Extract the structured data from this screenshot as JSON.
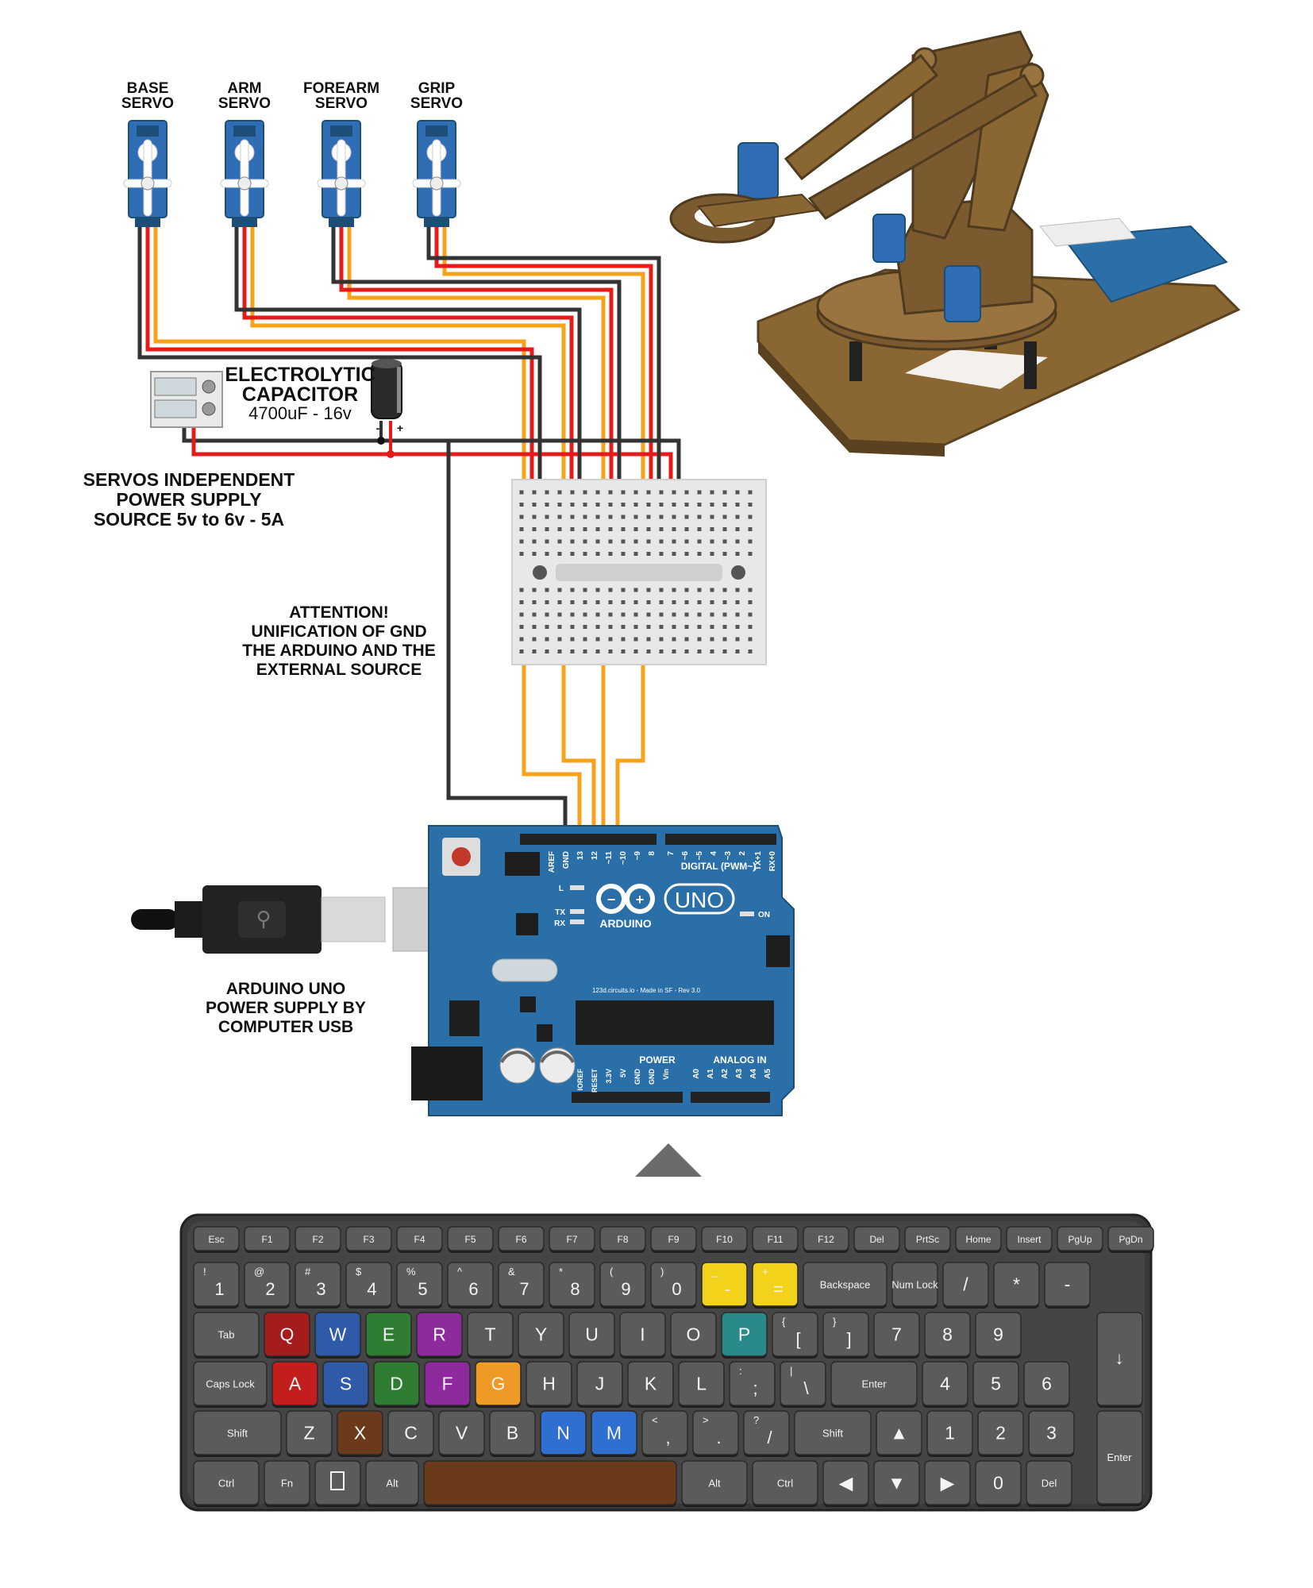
{
  "servos": [
    {
      "line1": "BASE",
      "line2": "SERVO"
    },
    {
      "line1": "ARM",
      "line2": "SERVO"
    },
    {
      "line1": "FOREARM",
      "line2": "SERVO"
    },
    {
      "line1": "GRIP",
      "line2": "SERVO"
    }
  ],
  "capacitor": {
    "line1": "ELECTROLYTIC",
    "line2": "CAPACITOR",
    "line3": "4700uF - 16v",
    "minus": "-",
    "plus": "+"
  },
  "power_supply": {
    "line1": "SERVOS INDEPENDENT",
    "line2": "POWER SUPPLY",
    "line3": "SOURCE 5v to 6v - 5A"
  },
  "attention": {
    "line1": "ATTENTION!",
    "line2": "UNIFICATION OF GND",
    "line3": "THE ARDUINO AND THE",
    "line4": "EXTERNAL SOURCE"
  },
  "usb_note": {
    "line1": "ARDUINO UNO",
    "line2": "POWER SUPPLY BY",
    "line3": "COMPUTER USB"
  },
  "arduino": {
    "digital_pins": [
      "AREF",
      "GND",
      "13",
      "12",
      "~11",
      "~10",
      "~9",
      "8",
      "7",
      "~6",
      "~5",
      "4",
      "~3",
      "2",
      "TX+1",
      "RX+0"
    ],
    "digital_label": "DIGITAL (PWM~)",
    "logo": "ARDUINO",
    "model": "UNO",
    "led_l": "L",
    "led_tx": "TX",
    "led_rx": "RX",
    "led_on": "ON",
    "credit": "123d.circuits.io - Made in SF - Rev 3.0",
    "power_label": "POWER",
    "analog_label": "ANALOG IN",
    "power_pins": [
      "IOREF",
      "RESET",
      "3.3V",
      "5V",
      "GND",
      "GND",
      "Vin"
    ],
    "analog_pins": [
      "A0",
      "A1",
      "A2",
      "A3",
      "A4",
      "A5"
    ]
  },
  "colors": {
    "servo_blue": "#2f6db5",
    "wire_red": "#e41b1b",
    "wire_orange": "#f7a21b",
    "wire_black": "#333333",
    "board_blue": "#2a6fa8",
    "wood": "#7a5a2e",
    "keyboard_bg": "#3a3a3a",
    "key_gray": "#5b5b5b"
  },
  "keyboard": {
    "rows": [
      [
        {
          "t": "Esc"
        },
        {
          "t": "F1"
        },
        {
          "t": "F2"
        },
        {
          "t": "F3"
        },
        {
          "t": "F4"
        },
        {
          "t": "F5"
        },
        {
          "t": "F6"
        },
        {
          "t": "F7"
        },
        {
          "t": "F8"
        },
        {
          "t": "F9"
        },
        {
          "t": "F10"
        },
        {
          "t": "F11"
        },
        {
          "t": "F12"
        },
        {
          "t": "Del"
        },
        {
          "t": "PrtSc"
        },
        {
          "t": "Home"
        },
        {
          "t": "Insert"
        },
        {
          "t": "PgUp"
        },
        {
          "t": "PgDn"
        }
      ],
      [
        {
          "t": "1",
          "s": "!"
        },
        {
          "t": "2",
          "s": "@"
        },
        {
          "t": "3",
          "s": "#"
        },
        {
          "t": "4",
          "s": "$"
        },
        {
          "t": "5",
          "s": "%"
        },
        {
          "t": "6",
          "s": "^"
        },
        {
          "t": "7",
          "s": "&"
        },
        {
          "t": "8",
          "s": "*"
        },
        {
          "t": "9",
          "s": "("
        },
        {
          "t": "0",
          "s": ")"
        },
        {
          "t": "-",
          "s": "_",
          "c": "#f2d21b"
        },
        {
          "t": "=",
          "s": "+",
          "c": "#f2d21b"
        },
        {
          "t": "Backspace"
        },
        {
          "t": "Num Lock"
        },
        {
          "t": "/"
        },
        {
          "t": "*"
        },
        {
          "t": "-"
        }
      ],
      [
        {
          "t": "Tab"
        },
        {
          "t": "Q",
          "c": "#a61b1b"
        },
        {
          "t": "W",
          "c": "#2e5aa8"
        },
        {
          "t": "E",
          "c": "#2e7d32"
        },
        {
          "t": "R",
          "c": "#8e2a9e"
        },
        {
          "t": "T"
        },
        {
          "t": "Y"
        },
        {
          "t": "U"
        },
        {
          "t": "I"
        },
        {
          "t": "O"
        },
        {
          "t": "P",
          "c": "#2a8a8a"
        },
        {
          "t": "[",
          "s": "{"
        },
        {
          "t": "]",
          "s": "}"
        },
        {
          "t": "7"
        },
        {
          "t": "8"
        },
        {
          "t": "9"
        }
      ],
      [
        {
          "t": "Caps Lock"
        },
        {
          "t": "A",
          "c": "#c21e1e"
        },
        {
          "t": "S",
          "c": "#2e5aa8"
        },
        {
          "t": "D",
          "c": "#2e7d32"
        },
        {
          "t": "F",
          "c": "#8e2a9e"
        },
        {
          "t": "G",
          "c": "#f09a26"
        },
        {
          "t": "H"
        },
        {
          "t": "J"
        },
        {
          "t": "K"
        },
        {
          "t": "L"
        },
        {
          "t": ";",
          "s": ":"
        },
        {
          "t": "\\",
          "s": "|"
        },
        {
          "t": "Enter"
        },
        {
          "t": "4"
        },
        {
          "t": "5"
        },
        {
          "t": "6"
        }
      ],
      [
        {
          "t": "Shift"
        },
        {
          "t": "Z"
        },
        {
          "t": "X",
          "c": "#6b3a1b"
        },
        {
          "t": "C"
        },
        {
          "t": "V"
        },
        {
          "t": "B"
        },
        {
          "t": "N",
          "c": "#2f6fd0"
        },
        {
          "t": "M",
          "c": "#2f6fd0"
        },
        {
          "t": ",",
          "s": "<"
        },
        {
          "t": ".",
          "s": ">"
        },
        {
          "t": "/",
          "s": "?"
        },
        {
          "t": "Shift"
        },
        {
          "t": "▲"
        },
        {
          "t": "1"
        },
        {
          "t": "2"
        },
        {
          "t": "3"
        }
      ],
      [
        {
          "t": "Ctrl"
        },
        {
          "t": "Fn"
        },
        {
          "t": "Menu"
        },
        {
          "t": "Alt"
        },
        {
          "t": "",
          "c": "#6b3a1b"
        },
        {
          "t": "Alt"
        },
        {
          "t": "Ctrl"
        },
        {
          "t": "◀"
        },
        {
          "t": "▼"
        },
        {
          "t": "▶"
        },
        {
          "t": "0"
        },
        {
          "t": "Del"
        }
      ]
    ],
    "numpad_down": "↓",
    "numpad_enter": "Enter"
  }
}
